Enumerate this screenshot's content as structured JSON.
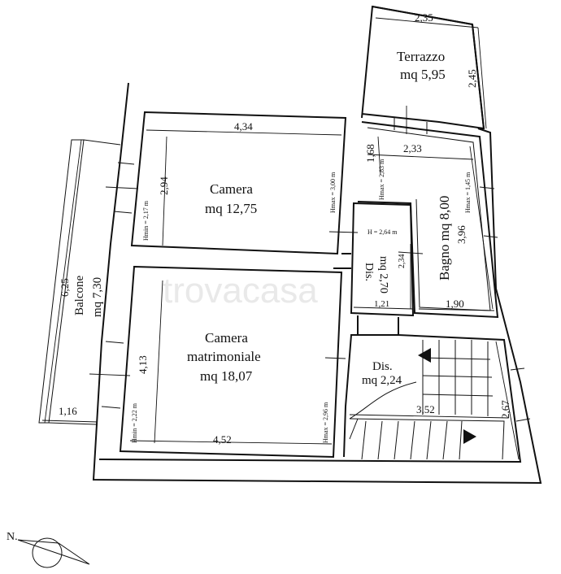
{
  "watermark": "trovacasa",
  "compass": {
    "label": "N."
  },
  "rooms": {
    "terrazzo": {
      "name": "Terrazzo",
      "area": "mq 5,95"
    },
    "camera": {
      "name": "Camera",
      "area": "mq 12,75"
    },
    "bagno": {
      "label": "Bagno mq 8,00"
    },
    "dis_small": {
      "name": "Dis.",
      "area": "mq 2,70"
    },
    "dis_stair": {
      "name": "Dis.",
      "area": "mq 2,24"
    },
    "camera_matrimoniale": {
      "line1": "Camera",
      "line2": "matrimoniale",
      "area": "mq 18,07"
    },
    "balcone": {
      "name": "Balcone",
      "area": "mq 7,30"
    }
  },
  "dimensions": {
    "terrazzo_width": "2,35",
    "terrazzo_depth": "2,45",
    "camera_width": "4,34",
    "camera_depth": "2,94",
    "bagno_width": "2,33",
    "bagno_depth": "3,96",
    "bagno_bottom": "1,90",
    "stair_left": "1,68",
    "dis_depth": "2,34",
    "dis_width": "1,21",
    "matrimoniale_depth": "4,13",
    "matrimoniale_width": "4,52",
    "balcone_length": "6,25",
    "balcone_width": "1,16",
    "stair_width": "3,52",
    "stair_depth": "2,67"
  },
  "heights": {
    "camera_min": "Hmin = 2,17 m",
    "camera_max": "Hmax = 3,00 m",
    "bagno_max_left": "Hmax = 2,83 m",
    "bagno_max_right": "Hmax = 1,45 m",
    "dis_h": "H = 2,64 m",
    "matrimoniale_min": "Hmin = 2,22 m",
    "matrimoniale_max": "Hmax = 2,96 m"
  }
}
